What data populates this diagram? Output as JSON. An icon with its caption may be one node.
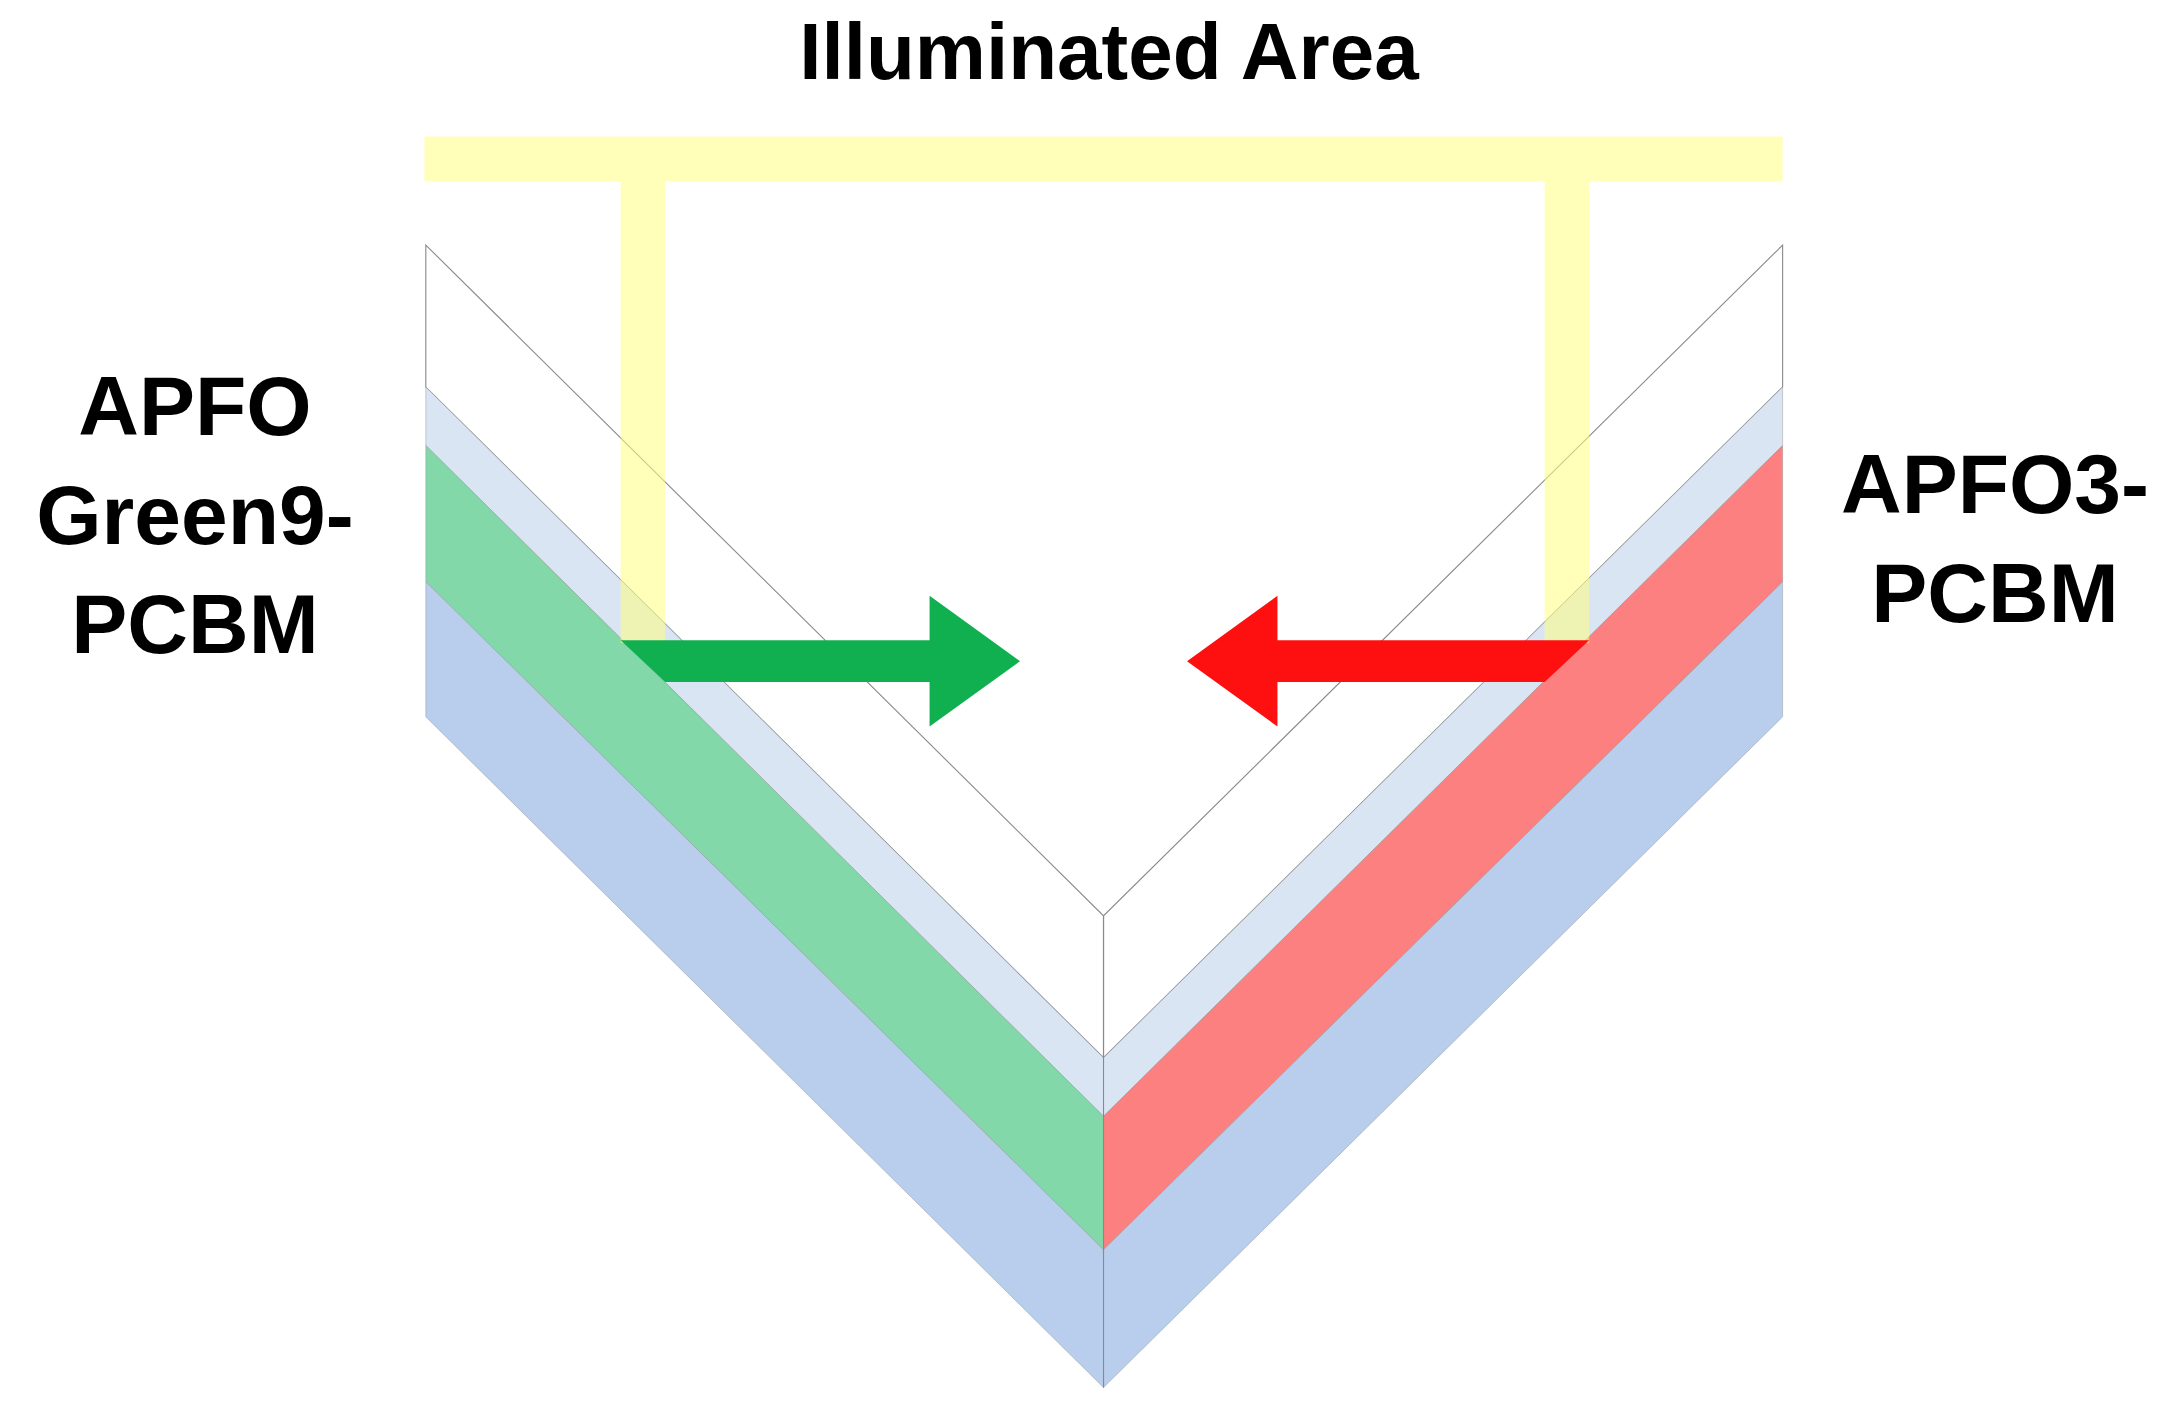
{
  "diagram": {
    "title": "Illuminated Area",
    "labels": [
      "APFO Green9-PCBM",
      "APFO3-PCBM"
    ]
  }
}
